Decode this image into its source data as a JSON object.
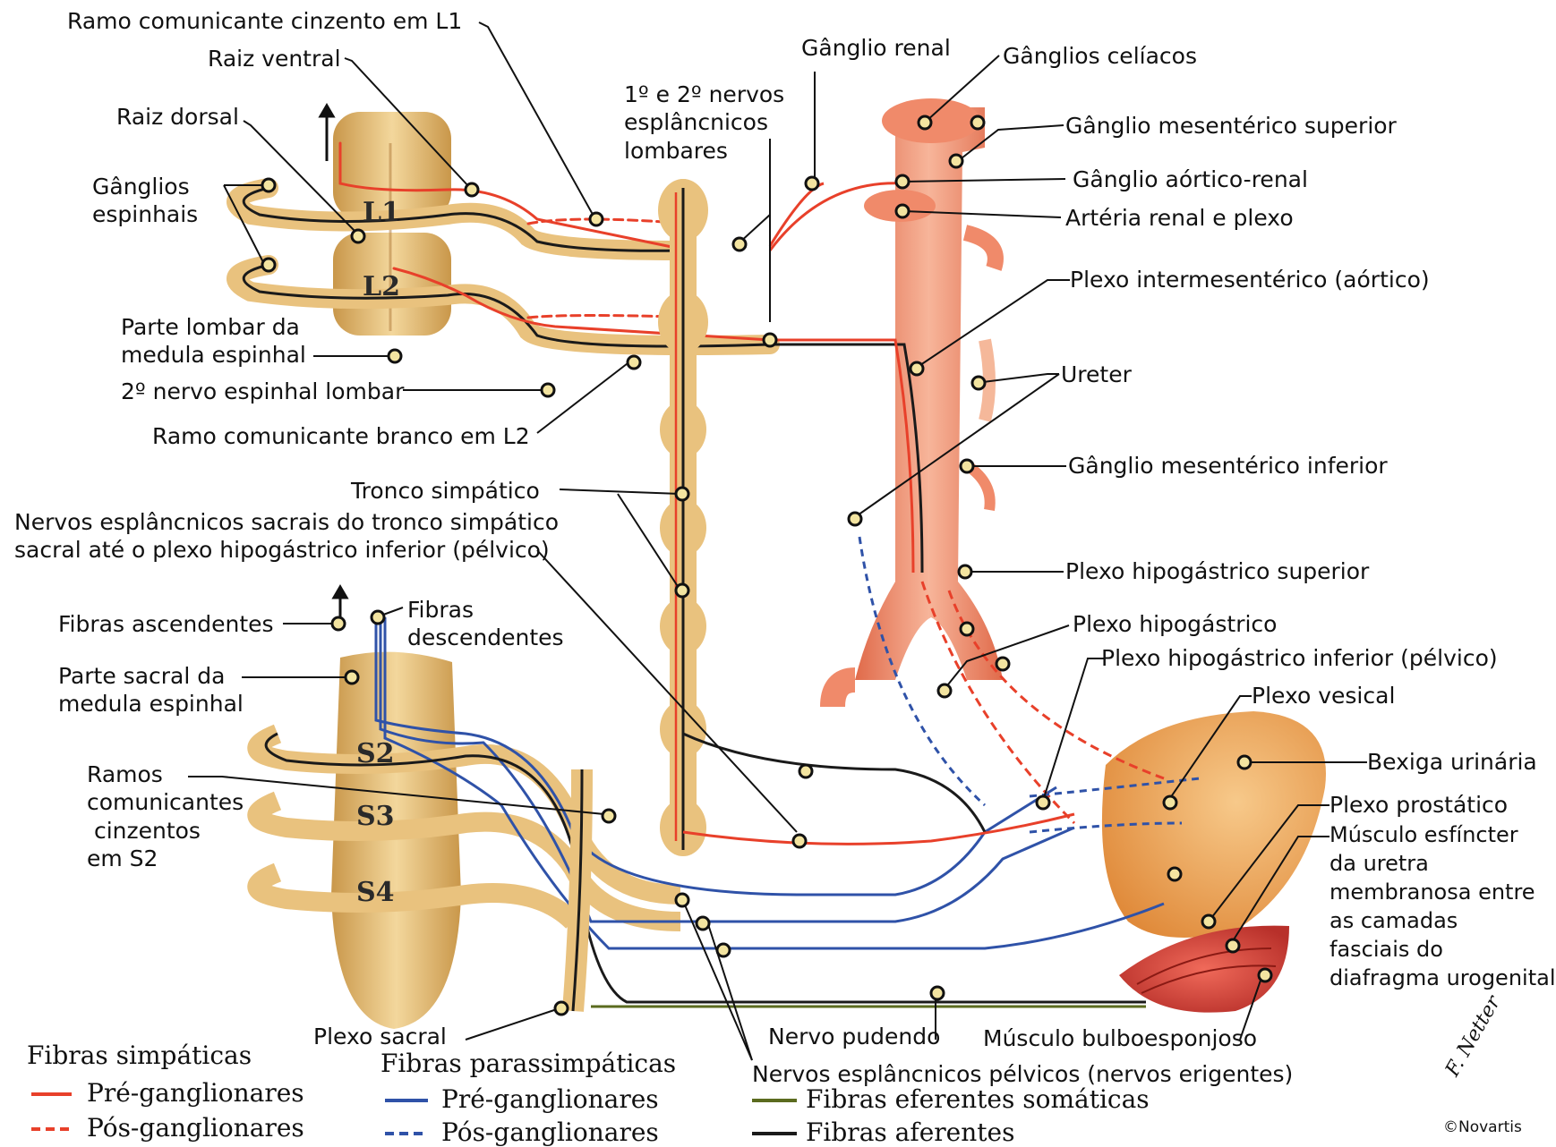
{
  "labels": {
    "ramo_cinzento_l1": "Ramo comunicante cinzento em L1",
    "raiz_ventral": "Raiz ventral",
    "raiz_dorsal": "Raiz dorsal",
    "ganglios_espinhais": "Gânglios\nespinhais",
    "parte_lombar": "Parte lombar da\nmedula espinhal",
    "nervo_espinhal_lombar": "2º nervo espinhal lombar",
    "ramo_branco_l2": "Ramo comunicante branco em L2",
    "tronco_simpatico": "Tronco simpático",
    "nervos_sacrais": "Nervos esplâncnicos sacrais do tronco simpático\nsacral até o plexo hipogástrico inferior (pélvico)",
    "fibras_ascendentes": "Fibras ascendentes",
    "fibras_descendentes": "Fibras\ndescendentes",
    "parte_sacral": "Parte sacral da\nmedula espinhal",
    "ramos_comunicantes": "Ramos\ncomunicantes\n cinzentos\nem S2",
    "plexo_sacral": "Plexo sacral",
    "nervos_lombares": "1º e 2º nervos\nesplâncnicos\nlombares",
    "ganglio_renal": "Gânglio renal",
    "ganglios_celiacos": "Gânglios celíacos",
    "ganglio_mesenterico_superior": "Gânglio mesentérico superior",
    "ganglio_aortico_renal": "Gânglio aórtico-renal",
    "arteria_renal": "Artéria renal e plexo",
    "plexo_intermesenterico": "Plexo intermesentérico (aórtico)",
    "ureter": "Ureter",
    "ganglio_mesenterico_inferior": "Gânglio mesentérico inferior",
    "plexo_hipogastrico_superior": "Plexo hipogástrico superior",
    "plexo_hipogastrico": "Plexo hipogástrico",
    "plexo_hipogastrico_inferior": "Plexo hipogástrico inferior (pélvico)",
    "plexo_vesical": "Plexo vesical",
    "bexiga": "Bexiga urinária",
    "plexo_prostatico": "Plexo prostático",
    "musculo_esfincter": "Músculo esfíncter\nda uretra\nmembranosa entre\nas camadas\nfasciais do\ndiafragma urogenital",
    "nervo_pudendo": "Nervo pudendo",
    "musculo_bulbo": "Músculo bulboesponjoso",
    "nervos_pelvicos": "Nervos esplâncnicos pélvicos (nervos erigentes)"
  },
  "segments": {
    "l1": "L1",
    "l2": "L2",
    "s2": "S2",
    "s3": "S3",
    "s4": "S4"
  },
  "legend": {
    "simpaticas_title": "Fibras simpáticas",
    "simp_pre": "Pré-ganglionares",
    "simp_pos": "Pós-ganglionares",
    "parassimpaticas_title": "Fibras parassimpáticas",
    "para_pre": "Pré-ganglionares",
    "para_pos": "Pós-ganglionares",
    "somaticas": "Fibras eferentes somáticas",
    "aferentes": "Fibras aferentes"
  },
  "signature": {
    "name": "F. Netter",
    "copyright": "©Novartis"
  },
  "colors": {
    "sympathetic": "#e8402a",
    "parasympathetic": "#2f52a8",
    "somatic": "#5b6b1f",
    "afferent": "#1a1a1a",
    "spine": "#e9c27e",
    "spine_dark": "#c9974a",
    "aorta": "#f08a6a",
    "bladder": "#f0a85a",
    "muscle": "#d8423a"
  }
}
